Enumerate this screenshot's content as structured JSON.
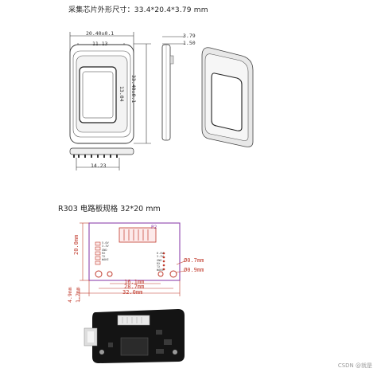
{
  "sensor_section": {
    "title": "采集芯片外形尺寸：33.4*20.4*3.79 mm",
    "dims": {
      "width": "20.40±0.1",
      "inner_width": "11.13",
      "height": "33.40±0.1",
      "inner_height": "13.04",
      "depth": "3.79",
      "depth_2": "1.50",
      "bottom_width": "14.23"
    }
  },
  "board_section": {
    "title": "R303 电路板规格 32*20 mm",
    "dims": {
      "height": "20.0mm",
      "span_1": "16.1mm",
      "span_2": "28.7mm",
      "span_3": "32.0mm",
      "hole_1": "Ø0.7mm",
      "hole_2": "Ø0.9mm",
      "left_1": "4.9mm",
      "left_2": "1.7mm"
    },
    "pin_labels_left": [
      "5.0V",
      "3.3V",
      "GND",
      "RX",
      "TX",
      "WAKE"
    ],
    "pin_labels_right": [
      "6.0V",
      "3.3V",
      "GND",
      "RX",
      "TX",
      "WAKE"
    ],
    "connector_label": "P2"
  },
  "watermark": "CSDN @就是"
}
